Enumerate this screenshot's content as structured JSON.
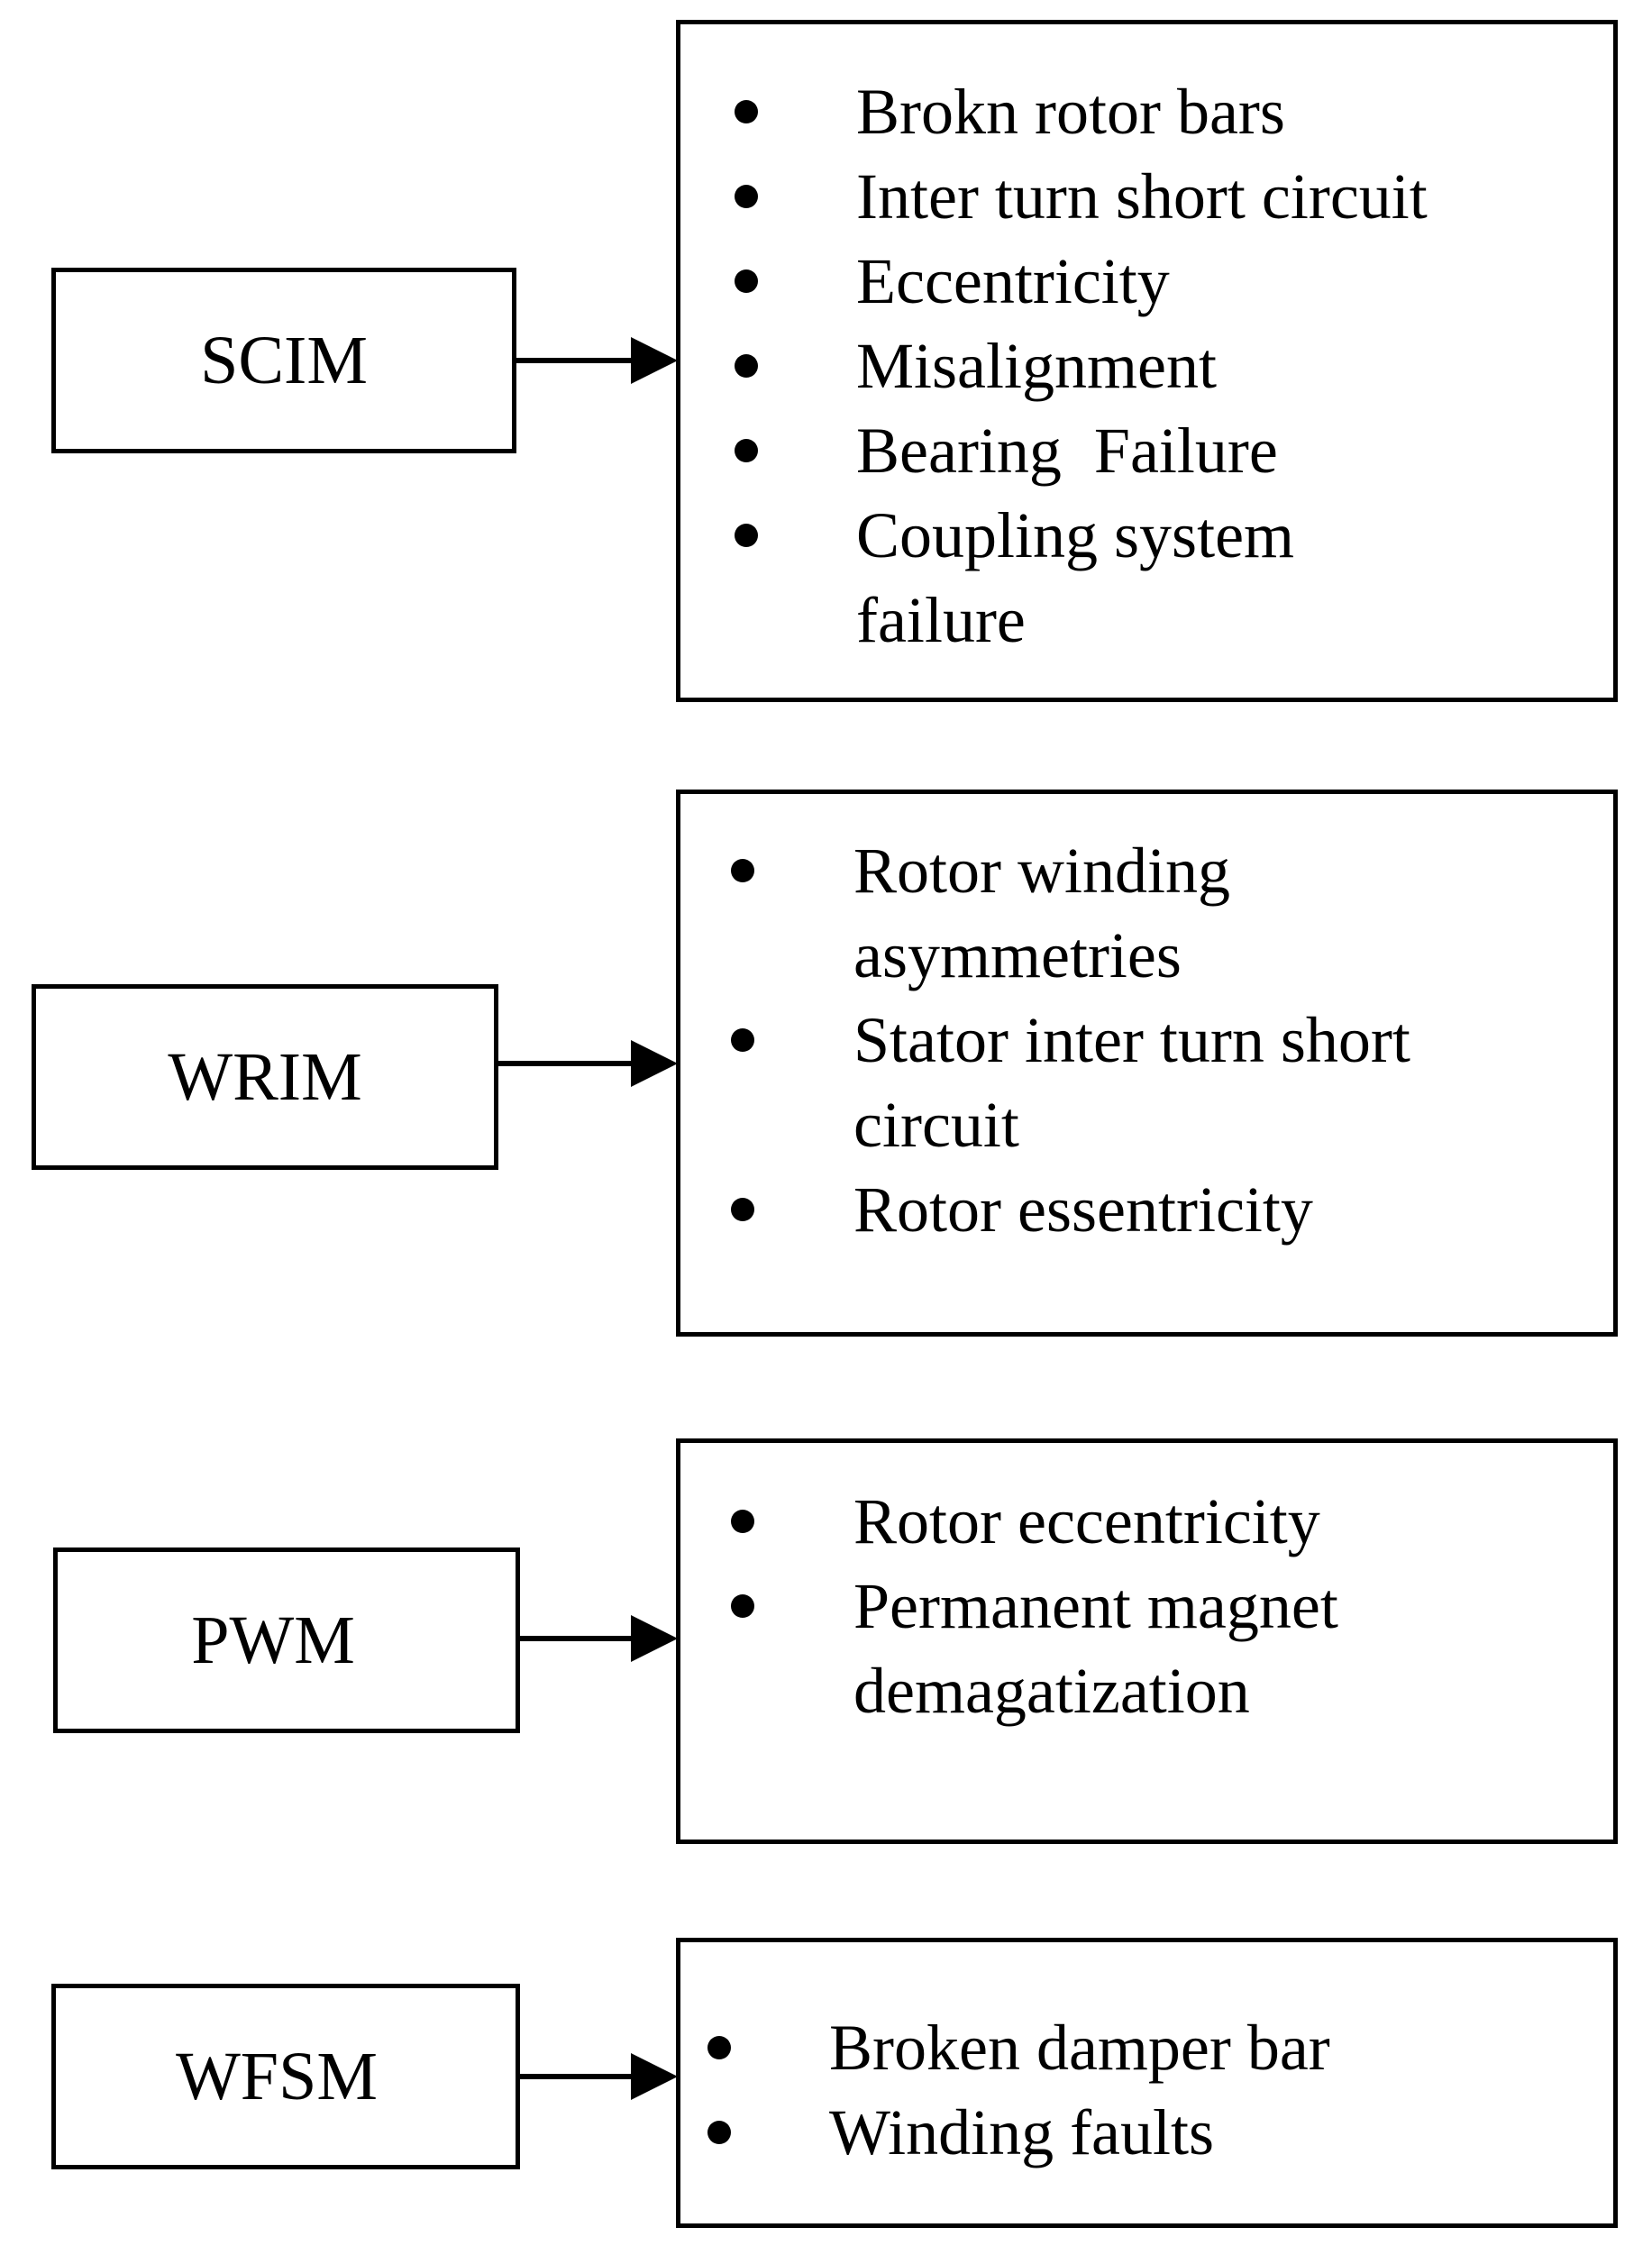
{
  "diagram": {
    "rows": [
      {
        "machine": "SCIM",
        "faults": [
          "Brokn rotor bars",
          "Inter turn short circuit",
          "Eccentricity",
          "Misalignment",
          "Bearing  Failure",
          "Coupling system failure"
        ]
      },
      {
        "machine": "WRIM",
        "faults": [
          "Rotor winding asymmetries",
          "Stator inter turn short circuit",
          "Rotor essentricity"
        ]
      },
      {
        "machine": "PWM",
        "faults": [
          "Rotor eccentricity",
          "Permanent magnet demagatization"
        ]
      },
      {
        "machine": "WFSM",
        "faults": [
          "Broken damper bar",
          "Winding faults"
        ]
      }
    ]
  }
}
